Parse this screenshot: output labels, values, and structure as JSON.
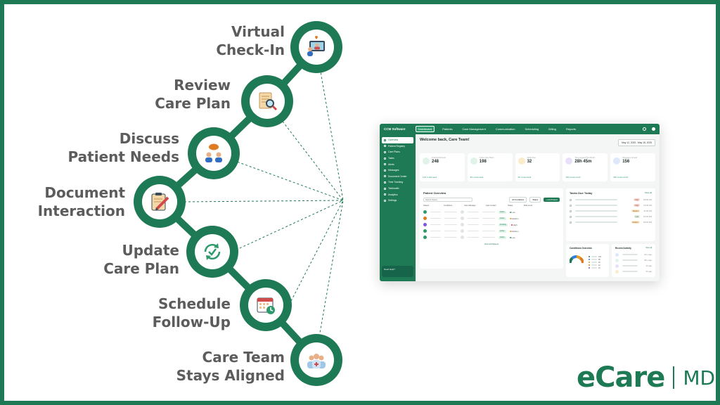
{
  "steps": [
    {
      "line1": "Virtual",
      "line2": "Check-In",
      "icon": "video-call-icon"
    },
    {
      "line1": "Review",
      "line2": "Care Plan",
      "icon": "document-magnifier-icon"
    },
    {
      "line1": "Discuss",
      "line2": "Patient Needs",
      "icon": "conversation-icon"
    },
    {
      "line1": "Document",
      "line2": "Interaction",
      "icon": "notepad-pencil-icon"
    },
    {
      "line1": "Update",
      "line2": "Care Plan",
      "icon": "refresh-check-icon"
    },
    {
      "line1": "Schedule",
      "line2": "Follow-Up",
      "icon": "calendar-clock-icon"
    },
    {
      "line1": "Care Team",
      "line2": "Stays Aligned",
      "icon": "care-team-icon"
    }
  ],
  "dashboard": {
    "brand": "CCM Software",
    "nav": [
      "Dashboard",
      "Patients",
      "Care Management",
      "Communication",
      "Scheduling",
      "Billing",
      "Reports"
    ],
    "sidebar": [
      "Overview",
      "Patient Registry",
      "Care Plans",
      "Tasks",
      "Alerts",
      "Messages",
      "Document Center",
      "Time Tracking",
      "Telehealth",
      "Analytics",
      "Settings"
    ],
    "help": "Need Help?",
    "welcome": "Welcome back, Care Team!",
    "date_range": "May 12, 2025 - May 18, 2025",
    "kpis": [
      {
        "label": "Total Enrollments",
        "value": "248",
        "change": "12% vs last week",
        "color": "#2d9a6c"
      },
      {
        "label": "Active Care Plans",
        "value": "198",
        "change": "8% vs last week",
        "color": "#2d9a6c"
      },
      {
        "label": "Tasks Due",
        "value": "32",
        "change": "5% vs last week",
        "color": "#e0a020"
      },
      {
        "label": "Time Logged This Month",
        "value": "28h 45m",
        "change": "15% vs last month",
        "color": "#7a5ae0"
      },
      {
        "label": "Messages Unread",
        "value": "156",
        "change": "18% vs last month",
        "color": "#2f7fe0"
      }
    ],
    "patient_overview": {
      "title": "Patient Overview",
      "search_placeholder": "Search Patient",
      "filter_conditions": "All Conditions",
      "filter_status": "Status",
      "add_button": "+ Add Patient",
      "columns": [
        "Patient",
        "Conditions",
        "Care Manager",
        "Last Contact",
        "Status",
        "Risk Level"
      ],
      "rows": [
        {
          "status": "Active",
          "risk": "Low",
          "risk_color": "#2d9a6c",
          "avatar": "#2d9a6c"
        },
        {
          "status": "Active",
          "risk": "Medium",
          "risk_color": "#e0a020",
          "avatar": "#e07a20"
        },
        {
          "status": "Pending",
          "risk": "High",
          "risk_color": "#d94040",
          "avatar": "#7a5ae0"
        },
        {
          "status": "Active",
          "risk": "Medium",
          "risk_color": "#e0a020",
          "avatar": "#2d9a6c"
        },
        {
          "status": "Active",
          "risk": "Low",
          "risk_color": "#2d9a6c",
          "avatar": "#2d9a6c"
        }
      ],
      "view_all": "View all Patients"
    },
    "tasks": {
      "title": "Tasks Due Today",
      "view_all": "View all",
      "items": [
        {
          "priority": "High",
          "time": "09:00 AM",
          "color": "#f9d9d9"
        },
        {
          "priority": "High",
          "time": "10:30 AM",
          "color": "#f9d9d9"
        },
        {
          "priority": "Medium",
          "time": "11:00 AM",
          "color": "#fbe9c8"
        },
        {
          "priority": "Low",
          "time": "02:00 PM",
          "color": "#d9efe4"
        },
        {
          "priority": "Medium",
          "time": "03:30 PM",
          "color": "#fbe9c8"
        }
      ]
    },
    "conditions": {
      "title": "Conditions Overview",
      "values": [
        "102",
        "58",
        "46",
        "42",
        "31"
      ]
    },
    "activity": {
      "title": "Recent Activity",
      "view_all": "View all",
      "times": [
        "10m ago",
        "30m ago",
        "1h ago",
        "2h ago"
      ]
    }
  },
  "logo": {
    "brand": "eCare",
    "suffix": "MD"
  },
  "colors": {
    "primary": "#1e7a54",
    "text": "#5c5c5c"
  }
}
